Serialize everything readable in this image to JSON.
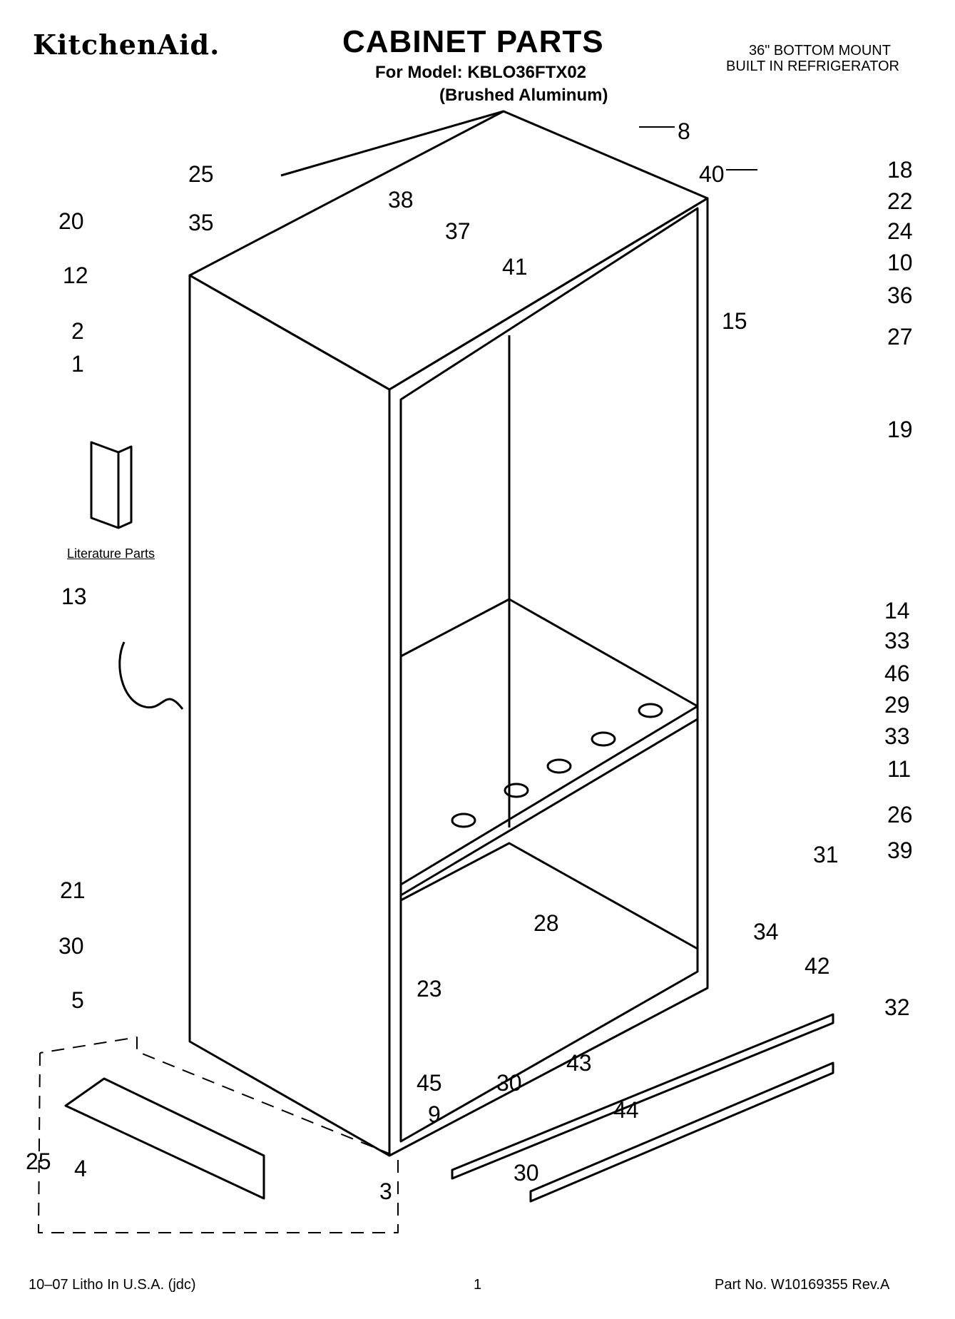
{
  "header": {
    "brand": "KitchenAid.",
    "title": "CABINET PARTS",
    "model_line": "For Model: KBLO36FTX02",
    "finish_line": "(Brushed Aluminum)",
    "subtitle_line1": "36\" BOTTOM MOUNT",
    "subtitle_line2": "BUILT IN REFRIGERATOR"
  },
  "literature_label": "Literature Parts",
  "footer": {
    "left": "10–07 Litho In U.S.A. (jdc)",
    "page": "1",
    "right": "Part No. W10169355 Rev.A"
  },
  "callouts": [
    "8",
    "40",
    "18",
    "22",
    "24",
    "10",
    "36",
    "27",
    "19",
    "25",
    "35",
    "38",
    "37",
    "41",
    "20",
    "12",
    "15",
    "2",
    "1",
    "13",
    "14",
    "33",
    "46",
    "29",
    "33",
    "11",
    "31",
    "26",
    "39",
    "21",
    "30",
    "5",
    "25",
    "4",
    "3",
    "9",
    "30",
    "44",
    "28",
    "23",
    "45",
    "30",
    "43",
    "34",
    "42",
    "32"
  ]
}
